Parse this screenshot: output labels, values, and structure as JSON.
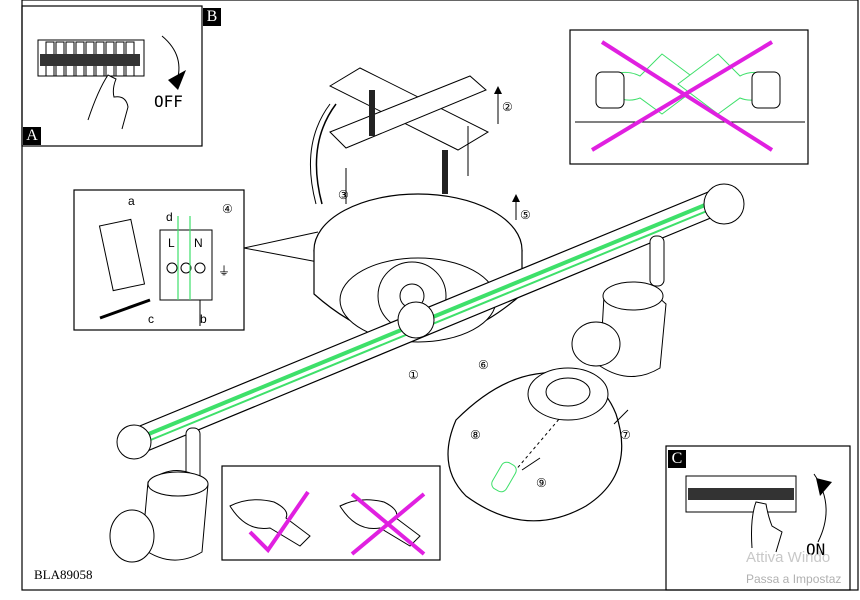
{
  "panels": {
    "b": {
      "tag": "B",
      "state_label": "OFF"
    },
    "a": {
      "tag": "A"
    },
    "c": {
      "tag": "C",
      "state_label": "ON"
    }
  },
  "steps": {
    "s1": "①",
    "s2": "②",
    "s3": "③",
    "s4": "④",
    "s5": "⑤",
    "s6": "⑥",
    "s7": "⑦",
    "s8": "⑧",
    "s9": "⑨"
  },
  "wiring": {
    "letter_a": "a",
    "letter_b": "b",
    "letter_c": "c",
    "letter_d": "d",
    "terminal_l": "L",
    "terminal_n": "N",
    "ground_symbol": "⏚"
  },
  "product_code": "BLA89058",
  "watermark": {
    "line1": "Attiva Windo",
    "line2": "Passa a Impostaz"
  },
  "colors": {
    "highlight": "#3ee06a",
    "forbidden": "#e020e0",
    "ink": "#000000"
  }
}
